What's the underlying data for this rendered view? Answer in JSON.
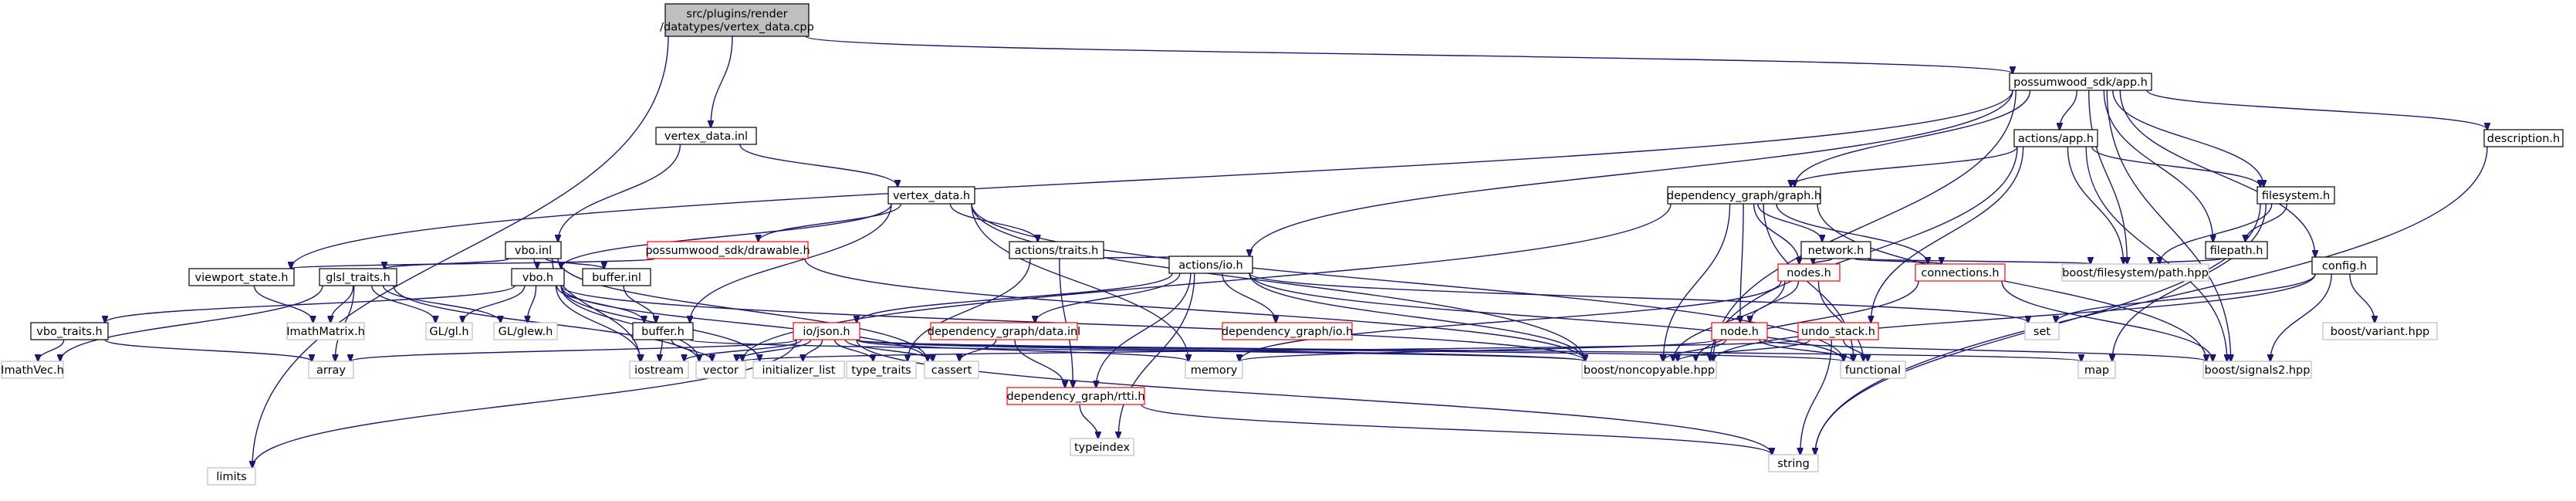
{
  "colors": {
    "edge": "#191970",
    "root_fill": "#bfbfbf",
    "root_border": "#000000",
    "local_border": "#000000",
    "incomplete_border": "#ff0000",
    "system_border": "#bfbfbf",
    "box_fill": "#ffffff"
  },
  "nodes": [
    {
      "id": "root",
      "kind": "root",
      "lines": [
        "src/plugins/render",
        "/datatypes/vertex_data.cpp"
      ]
    },
    {
      "id": "app_h",
      "kind": "local",
      "lines": [
        "possumwood_sdk/app.h"
      ]
    },
    {
      "id": "vertex_data_inl",
      "kind": "local",
      "lines": [
        "vertex_data.inl"
      ]
    },
    {
      "id": "limits",
      "kind": "system",
      "lines": [
        "limits"
      ]
    },
    {
      "id": "vertex_data_h",
      "kind": "local",
      "lines": [
        "vertex_data.h"
      ]
    },
    {
      "id": "vbo_inl",
      "kind": "local",
      "lines": [
        "vbo.inl"
      ]
    },
    {
      "id": "actions_app_h",
      "kind": "local",
      "lines": [
        "actions/app.h"
      ]
    },
    {
      "id": "description_h",
      "kind": "local",
      "lines": [
        "description.h"
      ]
    },
    {
      "id": "dg_graph_h",
      "kind": "local",
      "lines": [
        "dependency_graph/graph.h"
      ]
    },
    {
      "id": "filesystem_h",
      "kind": "local",
      "lines": [
        "filesystem.h"
      ]
    },
    {
      "id": "drawable_h",
      "kind": "incomplete",
      "lines": [
        "possumwood_sdk/drawable.h"
      ]
    },
    {
      "id": "actions_traits_h",
      "kind": "local",
      "lines": [
        "actions/traits.h"
      ]
    },
    {
      "id": "viewport_state_h",
      "kind": "local",
      "lines": [
        "viewport_state.h"
      ]
    },
    {
      "id": "glsl_traits_h",
      "kind": "local",
      "lines": [
        "glsl_traits.h"
      ]
    },
    {
      "id": "buffer_inl",
      "kind": "local",
      "lines": [
        "buffer.inl"
      ]
    },
    {
      "id": "vbo_h",
      "kind": "local",
      "lines": [
        "vbo.h"
      ]
    },
    {
      "id": "network_h",
      "kind": "local",
      "lines": [
        "network.h"
      ]
    },
    {
      "id": "filepath_h",
      "kind": "local",
      "lines": [
        "filepath.h"
      ]
    },
    {
      "id": "config_h",
      "kind": "local",
      "lines": [
        "config.h"
      ]
    },
    {
      "id": "actions_io_h",
      "kind": "local",
      "lines": [
        "actions/io.h"
      ]
    },
    {
      "id": "nodes_h",
      "kind": "incomplete",
      "lines": [
        "nodes.h"
      ]
    },
    {
      "id": "connections_h",
      "kind": "incomplete",
      "lines": [
        "connections.h"
      ]
    },
    {
      "id": "boost_fs_path",
      "kind": "system",
      "lines": [
        "boost/filesystem/path.hpp"
      ]
    },
    {
      "id": "vbo_traits_h",
      "kind": "local",
      "lines": [
        "vbo_traits.h"
      ]
    },
    {
      "id": "imathmatrix",
      "kind": "system",
      "lines": [
        "ImathMatrix.h"
      ]
    },
    {
      "id": "gl_gl",
      "kind": "system",
      "lines": [
        "GL/gl.h"
      ]
    },
    {
      "id": "gl_glew",
      "kind": "system",
      "lines": [
        "GL/glew.h"
      ]
    },
    {
      "id": "buffer_h",
      "kind": "local",
      "lines": [
        "buffer.h"
      ]
    },
    {
      "id": "io_json_h",
      "kind": "incomplete",
      "lines": [
        "io/json.h"
      ]
    },
    {
      "id": "dg_data_inl",
      "kind": "incomplete",
      "lines": [
        "dependency_graph/data.inl"
      ]
    },
    {
      "id": "dg_io_h",
      "kind": "incomplete",
      "lines": [
        "dependency_graph/io.h"
      ]
    },
    {
      "id": "node_h",
      "kind": "incomplete",
      "lines": [
        "node.h"
      ]
    },
    {
      "id": "undo_stack_h",
      "kind": "incomplete",
      "lines": [
        "undo_stack.h"
      ]
    },
    {
      "id": "set",
      "kind": "system",
      "lines": [
        "set"
      ]
    },
    {
      "id": "boost_variant",
      "kind": "system",
      "lines": [
        "boost/variant.hpp"
      ]
    },
    {
      "id": "imathvec",
      "kind": "system",
      "lines": [
        "ImathVec.h"
      ]
    },
    {
      "id": "array",
      "kind": "system",
      "lines": [
        "array"
      ]
    },
    {
      "id": "iostream",
      "kind": "system",
      "lines": [
        "iostream"
      ]
    },
    {
      "id": "vector",
      "kind": "system",
      "lines": [
        "vector"
      ]
    },
    {
      "id": "initializer_list",
      "kind": "system",
      "lines": [
        "initializer_list"
      ]
    },
    {
      "id": "type_traits",
      "kind": "system",
      "lines": [
        "type_traits"
      ]
    },
    {
      "id": "cassert",
      "kind": "system",
      "lines": [
        "cassert"
      ]
    },
    {
      "id": "dg_rtti_h",
      "kind": "incomplete",
      "lines": [
        "dependency_graph/rtti.h"
      ]
    },
    {
      "id": "memory",
      "kind": "system",
      "lines": [
        "memory"
      ]
    },
    {
      "id": "boost_noncopyable",
      "kind": "system",
      "lines": [
        "boost/noncopyable.hpp"
      ]
    },
    {
      "id": "functional",
      "kind": "system",
      "lines": [
        "functional"
      ]
    },
    {
      "id": "map",
      "kind": "system",
      "lines": [
        "map"
      ]
    },
    {
      "id": "boost_signals2",
      "kind": "system",
      "lines": [
        "boost/signals2.hpp"
      ]
    },
    {
      "id": "typeindex",
      "kind": "system",
      "lines": [
        "typeindex"
      ]
    },
    {
      "id": "string",
      "kind": "system",
      "lines": [
        "string"
      ]
    }
  ],
  "edges": [
    [
      "root",
      "app_h"
    ],
    [
      "root",
      "vertex_data_inl"
    ],
    [
      "root",
      "limits"
    ],
    [
      "app_h",
      "actions_app_h"
    ],
    [
      "app_h",
      "description_h"
    ],
    [
      "app_h",
      "dg_graph_h"
    ],
    [
      "app_h",
      "filesystem_h"
    ],
    [
      "app_h",
      "filepath_h"
    ],
    [
      "app_h",
      "config_h"
    ],
    [
      "app_h",
      "viewport_state_h"
    ],
    [
      "app_h",
      "actions_io_h"
    ],
    [
      "app_h",
      "boost_fs_path"
    ],
    [
      "app_h",
      "boost_noncopyable"
    ],
    [
      "app_h",
      "boost_signals2"
    ],
    [
      "vertex_data_inl",
      "vertex_data_h"
    ],
    [
      "vertex_data_inl",
      "vbo_inl"
    ],
    [
      "vertex_data_h",
      "drawable_h"
    ],
    [
      "vertex_data_h",
      "actions_traits_h"
    ],
    [
      "vertex_data_h",
      "vbo_h"
    ],
    [
      "vertex_data_h",
      "buffer_h"
    ],
    [
      "vertex_data_h",
      "memory"
    ],
    [
      "vertex_data_h",
      "boost_noncopyable"
    ],
    [
      "vertex_data_h",
      "functional"
    ],
    [
      "vbo_inl",
      "vbo_h"
    ],
    [
      "vbo_inl",
      "glsl_traits_h"
    ],
    [
      "vbo_inl",
      "buffer_inl"
    ],
    [
      "vbo_inl",
      "iostream"
    ],
    [
      "vbo_inl",
      "cassert"
    ],
    [
      "actions_app_h",
      "dg_graph_h"
    ],
    [
      "actions_app_h",
      "filesystem_h"
    ],
    [
      "actions_app_h",
      "undo_stack_h"
    ],
    [
      "actions_app_h",
      "boost_fs_path"
    ],
    [
      "actions_app_h",
      "boost_noncopyable"
    ],
    [
      "actions_app_h",
      "boost_signals2"
    ],
    [
      "description_h",
      "string"
    ],
    [
      "dg_graph_h",
      "network_h"
    ],
    [
      "dg_graph_h",
      "nodes_h"
    ],
    [
      "dg_graph_h",
      "connections_h"
    ],
    [
      "dg_graph_h",
      "node_h"
    ],
    [
      "dg_graph_h",
      "boost_noncopyable"
    ],
    [
      "dg_graph_h",
      "boost_signals2"
    ],
    [
      "dg_graph_h",
      "functional"
    ],
    [
      "dg_graph_h",
      "vector"
    ],
    [
      "filesystem_h",
      "filepath_h"
    ],
    [
      "filesystem_h",
      "boost_fs_path"
    ],
    [
      "filesystem_h",
      "map"
    ],
    [
      "filesystem_h",
      "string"
    ],
    [
      "filepath_h",
      "boost_fs_path"
    ],
    [
      "drawable_h",
      "viewport_state_h"
    ],
    [
      "drawable_h",
      "boost_noncopyable"
    ],
    [
      "actions_traits_h",
      "actions_io_h"
    ],
    [
      "actions_traits_h",
      "dg_rtti_h"
    ],
    [
      "actions_traits_h",
      "type_traits"
    ],
    [
      "viewport_state_h",
      "imathmatrix"
    ],
    [
      "glsl_traits_h",
      "imathvec"
    ],
    [
      "glsl_traits_h",
      "imathmatrix"
    ],
    [
      "glsl_traits_h",
      "gl_gl"
    ],
    [
      "glsl_traits_h",
      "gl_glew"
    ],
    [
      "glsl_traits_h",
      "array"
    ],
    [
      "glsl_traits_h",
      "vector"
    ],
    [
      "buffer_inl",
      "buffer_h"
    ],
    [
      "vbo_h",
      "vbo_traits_h"
    ],
    [
      "vbo_h",
      "gl_gl"
    ],
    [
      "vbo_h",
      "gl_glew"
    ],
    [
      "vbo_h",
      "buffer_h"
    ],
    [
      "vbo_h",
      "vector"
    ],
    [
      "vbo_h",
      "iostream"
    ],
    [
      "vbo_h",
      "boost_noncopyable"
    ],
    [
      "vbo_h",
      "cassert"
    ],
    [
      "vbo_h",
      "initializer_list"
    ],
    [
      "vbo_traits_h",
      "imathvec"
    ],
    [
      "vbo_traits_h",
      "array"
    ],
    [
      "buffer_h",
      "vector"
    ],
    [
      "buffer_h",
      "iostream"
    ],
    [
      "buffer_h",
      "boost_noncopyable"
    ],
    [
      "network_h",
      "nodes_h"
    ],
    [
      "network_h",
      "connections_h"
    ],
    [
      "network_h",
      "boost_fs_path"
    ],
    [
      "config_h",
      "set"
    ],
    [
      "config_h",
      "boost_variant"
    ],
    [
      "config_h",
      "boost_signals2"
    ],
    [
      "config_h",
      "boost_noncopyable"
    ],
    [
      "actions_io_h",
      "io_json_h"
    ],
    [
      "actions_io_h",
      "dg_data_inl"
    ],
    [
      "actions_io_h",
      "dg_io_h"
    ],
    [
      "actions_io_h",
      "dg_rtti_h"
    ],
    [
      "actions_io_h",
      "set"
    ],
    [
      "actions_io_h",
      "functional"
    ],
    [
      "actions_io_h",
      "boost_noncopyable"
    ],
    [
      "actions_io_h",
      "typeindex"
    ],
    [
      "nodes_h",
      "node_h"
    ],
    [
      "nodes_h",
      "memory"
    ],
    [
      "nodes_h",
      "boost_noncopyable"
    ],
    [
      "nodes_h",
      "functional"
    ],
    [
      "connections_h",
      "boost_noncopyable"
    ],
    [
      "connections_h",
      "boost_signals2"
    ],
    [
      "io_json_h",
      "limits"
    ],
    [
      "io_json_h",
      "array"
    ],
    [
      "io_json_h",
      "iostream"
    ],
    [
      "io_json_h",
      "vector"
    ],
    [
      "io_json_h",
      "initializer_list"
    ],
    [
      "io_json_h",
      "type_traits"
    ],
    [
      "io_json_h",
      "cassert"
    ],
    [
      "io_json_h",
      "memory"
    ],
    [
      "io_json_h",
      "boost_noncopyable"
    ],
    [
      "io_json_h",
      "functional"
    ],
    [
      "io_json_h",
      "map"
    ],
    [
      "io_json_h",
      "string"
    ],
    [
      "dg_data_inl",
      "dg_rtti_h"
    ],
    [
      "dg_data_inl",
      "cassert"
    ],
    [
      "node_h",
      "memory"
    ],
    [
      "node_h",
      "boost_noncopyable"
    ],
    [
      "node_h",
      "functional"
    ],
    [
      "node_h",
      "boost_signals2"
    ],
    [
      "undo_stack_h",
      "boost_noncopyable"
    ],
    [
      "undo_stack_h",
      "functional"
    ],
    [
      "undo_stack_h",
      "string"
    ],
    [
      "undo_stack_h",
      "vector"
    ],
    [
      "dg_rtti_h",
      "typeindex"
    ],
    [
      "dg_rtti_h",
      "string"
    ]
  ]
}
